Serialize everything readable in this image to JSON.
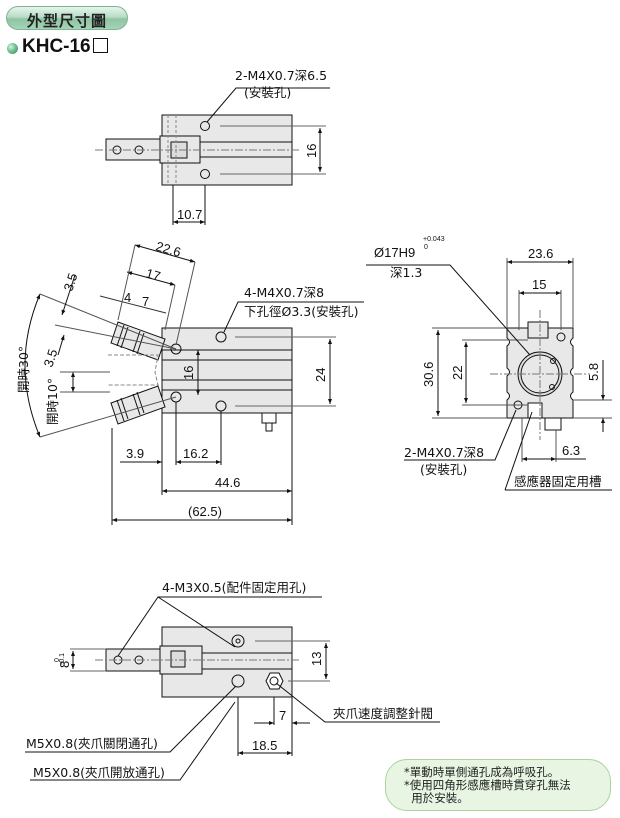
{
  "header": {
    "section_title": "外型尺寸圖",
    "model": "KHC-16",
    "model_suffix_icon": "empty-square-icon"
  },
  "top_view": {
    "callout_hole": "2-M4X0.7深6.5",
    "callout_hole_sub": "(安裝孔)",
    "dim_height": "16",
    "dim_offset": "10.7"
  },
  "side_view": {
    "dim_22_6": "22.6",
    "dim_17": "17",
    "dim_4": "4",
    "dim_7": "7",
    "dim_3_5_top": "3.5",
    "dim_3_5_mid": "3.5",
    "angle_open_30": "開時30°",
    "angle_open_10": "開時10°",
    "callout_hole": "4-M4X0.7深8",
    "callout_hole_sub": "下孔徑Ø3.3(安裝孔)",
    "dim_16": "16",
    "dim_24": "24",
    "dim_3_9": "3.9",
    "dim_16_2": "16.2",
    "dim_44_6": "44.6",
    "dim_62_5": "(62.5)"
  },
  "end_view": {
    "bore_label": "Ø17H9",
    "bore_tol_upper": "+0.043",
    "bore_tol_lower": "0",
    "bore_depth": "深1.3",
    "dim_23_6": "23.6",
    "dim_15": "15",
    "dim_30_6": "30.6",
    "dim_22": "22",
    "dim_5_8": "5.8",
    "dim_6_3": "6.3",
    "callout_hole": "2-M4X0.7深8",
    "callout_hole_sub": "(安裝孔)",
    "callout_sensor": "感應器固定用槽"
  },
  "bottom_view": {
    "callout_hole": "4-M3X0.5(配件固定用孔)",
    "dim_jaw_width": "8",
    "dim_jaw_tol_upper": "0",
    "dim_jaw_tol_lower": "-0.1",
    "dim_13": "13",
    "dim_7": "7",
    "dim_18_5": "18.5",
    "callout_valve": "夾爪速度調整針閥",
    "callout_close_port": "M5X0.8(夾爪關閉通孔)",
    "callout_open_port": "M5X0.8(夾爪開放通孔)"
  },
  "notes": [
    "*單動時單側通孔成為呼吸孔。",
    "*使用四角形感應槽時貫穿孔無法",
    "  用於安裝。"
  ],
  "colors": {
    "accent_green": "#8fc4a3",
    "note_bg": "#e7f5e2",
    "part_fill": "#e8e8e8",
    "line": "#111111"
  }
}
